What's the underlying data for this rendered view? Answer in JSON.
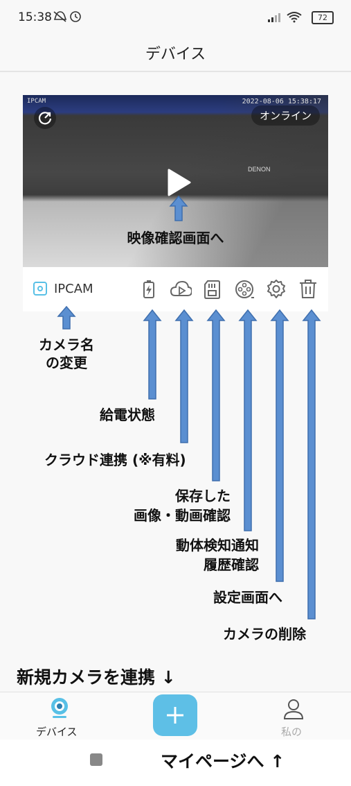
{
  "status_bar": {
    "time": "15:38",
    "battery": "72",
    "icons": [
      "bell-off-icon",
      "alarm-icon",
      "signal-icon",
      "wifi-icon",
      "battery-icon"
    ]
  },
  "header": {
    "title": "デバイス"
  },
  "camera": {
    "overlay_label": "IPCAM",
    "timestamp": "2022-08-06 15:38:17",
    "status": "オンライン",
    "brand_text": "DENON",
    "name": "IPCAM",
    "action_icons": [
      "battery-charging-icon",
      "cloud-play-icon",
      "sd-card-icon",
      "film-reel-icon",
      "gear-icon",
      "trash-icon"
    ]
  },
  "annotations": {
    "to_video": "映像確認画面へ",
    "rename_line1": "カメラ名",
    "rename_line2": "の変更",
    "power": "給電状態",
    "cloud": "クラウド連携 (※有料)",
    "saved_line1": "保存した",
    "saved_line2": "画像・動画確認",
    "motion_line1": "動体検知通知",
    "motion_line2": "履歴確認",
    "settings": "設定画面へ",
    "delete": "カメラの削除",
    "add_new": "新規カメラを連携 ↓",
    "to_mypage": "マイページへ ↑"
  },
  "nav": {
    "device_label": "デバイス",
    "me_label": "私の"
  },
  "colors": {
    "accent": "#5ebfe6",
    "arrow_fill": "#5b8fd1",
    "arrow_stroke": "#3f6fae"
  }
}
